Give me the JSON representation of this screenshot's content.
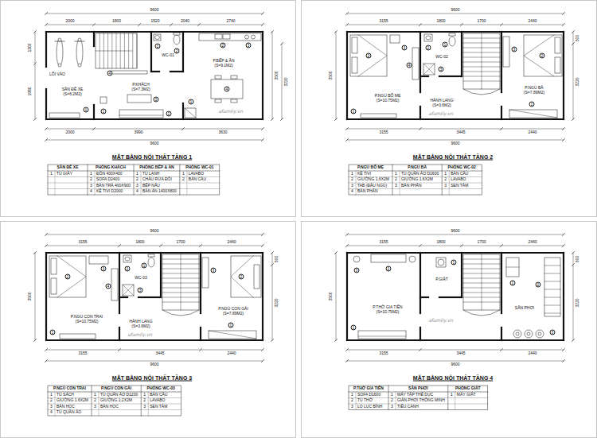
{
  "diagram": {
    "nodes": [
      {
        "text": [
          "MẶT BẰNG NỘI THẤT TẦNG 1"
        ]
      },
      {
        "text": [
          "SÂN ĐỂ XE",
          "(S=6.2M2)"
        ],
        "in": 0
      },
      {
        "text": [
          "P.KHÁCH",
          "(S=7.3M2)"
        ],
        "in": 0
      },
      {
        "text": [
          "WC-01"
        ],
        "in": 0
      },
      {
        "text": [
          "P.BẾP & ĂN",
          "(S=9.1M2)"
        ],
        "in": 0
      },
      {
        "text": [
          "MẶT BẰNG NỘI THẤT TẦNG 2"
        ]
      },
      {
        "text": [
          "P.NGỦ BỐ MẸ",
          "(S=10.75M2)"
        ],
        "in": 5
      },
      {
        "text": [
          "WC-02"
        ],
        "in": 5
      },
      {
        "text": [
          "HÀNH LANG",
          "(S=3.6M2)"
        ],
        "in": 5
      },
      {
        "text": [
          "P.NGỦ BÀ",
          "(S=7.89M2)"
        ],
        "in": 5
      },
      {
        "text": [
          "MẶT BẰNG NỘI THẤT TẦNG 3"
        ]
      },
      {
        "text": [
          "P.NGỦ CON TRAI",
          "(S=10.75M2)"
        ],
        "in": 10
      },
      {
        "text": [
          "WC-03"
        ],
        "in": 10
      },
      {
        "text": [
          "HÀNH LANG",
          "(S=3.6M2)"
        ],
        "in": 10
      },
      {
        "text": [
          "P.NGỦ CON GÁI",
          "(S=7.89M2)"
        ],
        "in": 10
      },
      {
        "text": [
          "MẶT BẰNG NỘI THẤT TẦNG 4"
        ]
      },
      {
        "text": [
          "P.THỜ GIA TIÊN",
          "(S=10.75M2)"
        ],
        "in": 15
      },
      {
        "text": [
          "P.GIẶT"
        ],
        "in": 15
      },
      {
        "text": [
          "SÂN PHƠI"
        ],
        "in": 15
      }
    ],
    "labels": [
      "9600",
      "2000",
      "1800",
      "1520",
      "2040",
      "2740",
      "1300",
      "1980",
      "3500",
      "3220",
      "2000",
      "3990",
      "3630",
      "9600",
      "1",
      "1",
      "2",
      "3",
      "4",
      "1",
      "2",
      "1",
      "2",
      "3",
      "4",
      "LỐI VÀO",
      "afamily.vn",
      "SÂN ĐỂ XE",
      "PHÒNG KHÁCH",
      "PHÒNG BẾP & ĂN",
      "PHÒNG WC-01",
      "1",
      "TỦ GIẦY",
      "1",
      "ĐÔN 400X400",
      "2",
      "SOFA D2400",
      "3",
      "BÀN TRÀ 400X900",
      "4",
      "KỆ TIVI D2000",
      "1",
      "TỦ LẠNH",
      "2",
      "CHẬU RỬA ĐÔI",
      "3",
      "BẾP NẤU",
      "4",
      "BÀN ĂN 1400X800",
      "1",
      "LAVABO",
      "2",
      "BÀN CẦU",
      "9600",
      "3155",
      "1800",
      "1700",
      "2440",
      "3500",
      "500",
      "3220",
      "3155",
      "3445",
      "2440",
      "9600",
      "1",
      "2",
      "3",
      "4",
      "1",
      "2",
      "3",
      "1",
      "2",
      "3",
      "afamily.vn",
      "P.NGỦ BỐ MẸ",
      "P.NGỦ BÀ",
      "PHÒNG WC-02",
      "1",
      "KỆ TIVI",
      "2",
      "GIƯỜNG 1.6X2M",
      "3",
      "TAB (ĐẦU NGỦ)",
      "4",
      "BÀN PHẤN",
      "1",
      "TỦ QUẦN ÁO D1600",
      "2",
      "GIƯỜNG 1.6X2M",
      "3",
      "BÀN PHẤN",
      "1",
      "BÀN CẦU",
      "2",
      "LAVABO",
      "3",
      "SEN TẮM",
      "9600",
      "3155",
      "1800",
      "1700",
      "2440",
      "3500",
      "500",
      "3220",
      "3155",
      "3445",
      "2440",
      "9600",
      "1",
      "2",
      "3",
      "4",
      "1",
      "2",
      "3",
      "1",
      "2",
      "3",
      "afamily.vn",
      "P.NGỦ CON TRAI",
      "P.NGỦ CON GÁI",
      "PHÒNG WC-03",
      "1",
      "TỦ SÁCH",
      "2",
      "GIƯỜNG 1.6X2M",
      "3",
      "BÀN HỌC",
      "4",
      "TỦ QUẦN ÁO",
      "1",
      "TỦ QUẦN ÁO D1200",
      "2",
      "GIƯỜNG 1.2X2M",
      "3",
      "BÀN HỌC",
      "1",
      "BÀN CẦU",
      "2",
      "LAVABO",
      "3",
      "SEN TẮM",
      "9600",
      "3155",
      "1800",
      "1700",
      "2440",
      "3500",
      "500",
      "3220",
      "3155",
      "3445",
      "2440",
      "9600",
      "1",
      "2",
      "3",
      "1",
      "1",
      "2",
      "3",
      "afamily.vn",
      "P.THỜ GIA TIÊN",
      "SÂN PHƠI",
      "PHÒNG GIẶT",
      "1",
      "SOFA D1600",
      "2",
      "TỦ THỜ",
      "3",
      "LỌ LỤC BÌNH",
      "1",
      "MÁY TẬP THỂ DỤC",
      "2",
      "GIÀN PHƠI THÔNG MINH",
      "3",
      "TIỂU CẢNH",
      "1",
      "MÁY GIẶT"
    ]
  }
}
